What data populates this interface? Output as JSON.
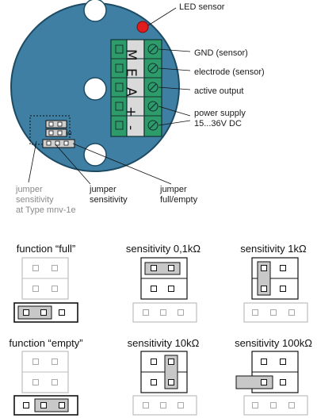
{
  "labels": {
    "led_sensor": "LED sensor",
    "gnd": "GND (sensor)",
    "electrode": "electrode (sensor)",
    "active_output": "active output",
    "power_supply_1": "power supply",
    "power_supply_2": "15...36V DC",
    "jumper_mnv_1": "jumper",
    "jumper_mnv_2": "sensitivity",
    "jumper_mnv_3": "at Type mnv-1e",
    "jumper_sens_1": "jumper",
    "jumper_sens_2": "sensitivity",
    "jumper_fe_1": "jumper",
    "jumper_fe_2": "full/empty"
  },
  "terminals": [
    "M",
    "E",
    "A",
    "+",
    "-"
  ],
  "jumper_small_mark": "kΩ",
  "configs": {
    "function_full": "function “full”",
    "sens_01k": "sensitivity 0,1kΩ",
    "sens_1k": "sensitivity 1kΩ",
    "function_empty": "function “empty”",
    "sens_10k": "sensitivity 10kΩ",
    "sens_100k": "sensitivity 100kΩ"
  },
  "colors": {
    "board_blue": "#3e7fa3",
    "terminal_green": "#2e9b6a",
    "led_red": "#e01c1c",
    "jumper_grey": "#c8c8c8"
  }
}
